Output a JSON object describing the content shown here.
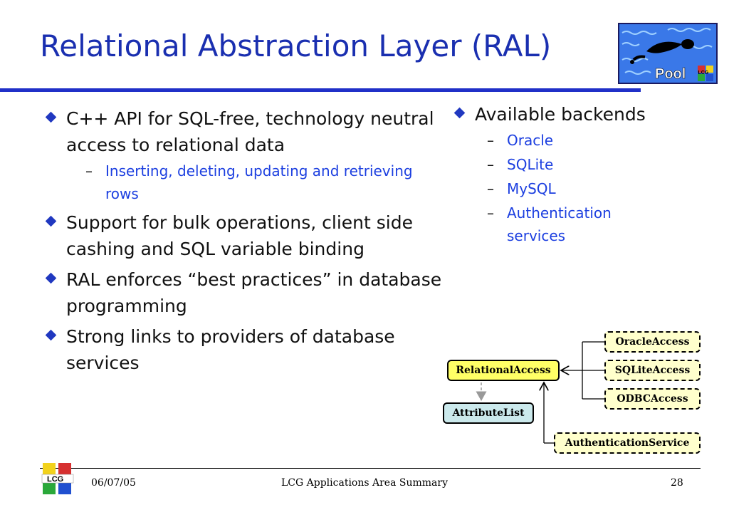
{
  "title": "Relational Abstraction Layer (RAL)",
  "logo": {
    "text": "Pool",
    "badge": "LCG"
  },
  "left_bullets": [
    {
      "text": "C++ API for SQL-free, technology neutral access to relational data",
      "subs": [
        "Inserting, deleting, updating and retrieving rows"
      ]
    },
    {
      "text": "Support for bulk operations, client side cashing and SQL variable binding"
    },
    {
      "text": "RAL enforces “best practices” in database programming"
    },
    {
      "text": "Strong links to providers of database services"
    }
  ],
  "right_bullet": {
    "text": "Available backends",
    "subs": [
      "Oracle",
      "SQLite",
      "MySQL",
      "Authentication services"
    ]
  },
  "diagram": {
    "relational_access": "RelationalAccess",
    "attribute_list": "AttributeList",
    "oracle_access": "OracleAccess",
    "sqlite_access": "SQLiteAccess",
    "odbc_access": "ODBCAccess",
    "authentication_service": "AuthenticationService"
  },
  "footer": {
    "date": "06/07/05",
    "center": "LCG Applications Area Summary",
    "page": "28",
    "logo_text": "LCG"
  },
  "colors": {
    "title": "#1a2fb0",
    "rule": "#2030c8",
    "sub_text": "#1c3fe0",
    "node_yellow": "#ffff66",
    "node_pale": "#ffffcc",
    "node_cyan": "#cbe9ec"
  }
}
